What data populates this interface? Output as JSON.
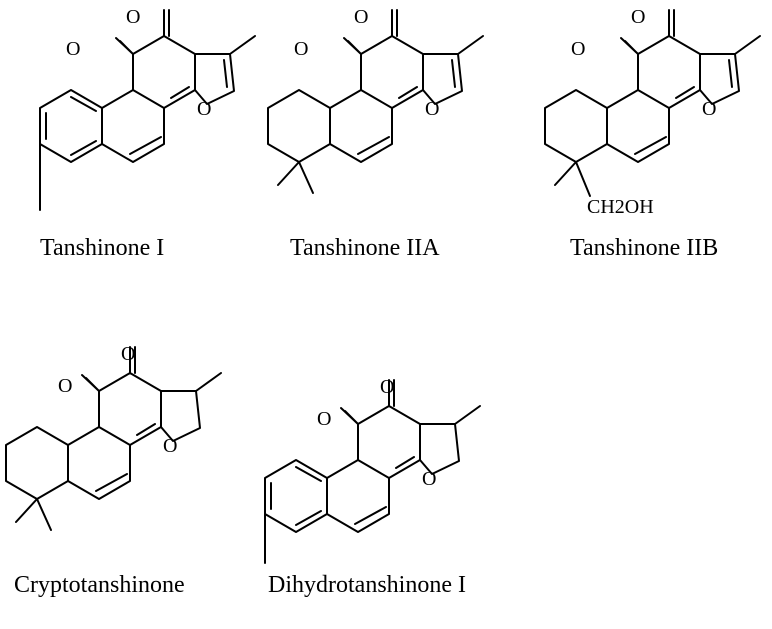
{
  "figure": {
    "compounds": [
      {
        "id": "t1",
        "name": "Tanshinone I"
      },
      {
        "id": "t2a",
        "name": "Tanshinone IIA"
      },
      {
        "id": "t2b",
        "name": "Tanshinone IIB",
        "substituent": "CH2OH"
      },
      {
        "id": "crypto",
        "name": "Cryptotanshinone"
      },
      {
        "id": "dht1",
        "name": "Dihydrotanshinone I"
      }
    ],
    "atom_labels": {
      "oxygen": "O"
    },
    "colors": {
      "ink": "#000000",
      "background": "#ffffff"
    }
  }
}
